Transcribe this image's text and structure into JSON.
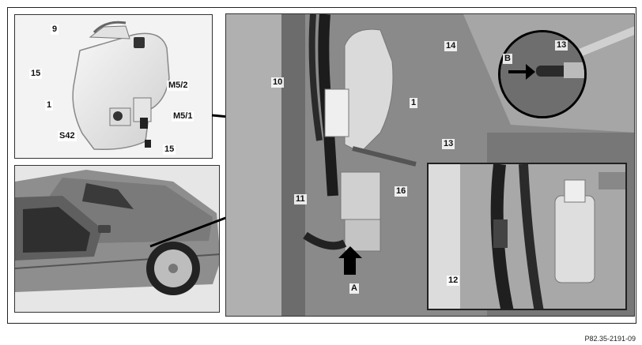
{
  "figure": {
    "caption": "P82.35-2191-09",
    "inset_tank": {
      "labels": [
        "9",
        "15",
        "1",
        "M5/2",
        "S42",
        "M5/1",
        "15"
      ]
    },
    "main_view": {
      "labels": [
        "10",
        "14",
        "1",
        "13",
        "11",
        "16",
        "A",
        "B",
        "13"
      ]
    },
    "detail_view": {
      "labels": [
        "12"
      ]
    }
  }
}
